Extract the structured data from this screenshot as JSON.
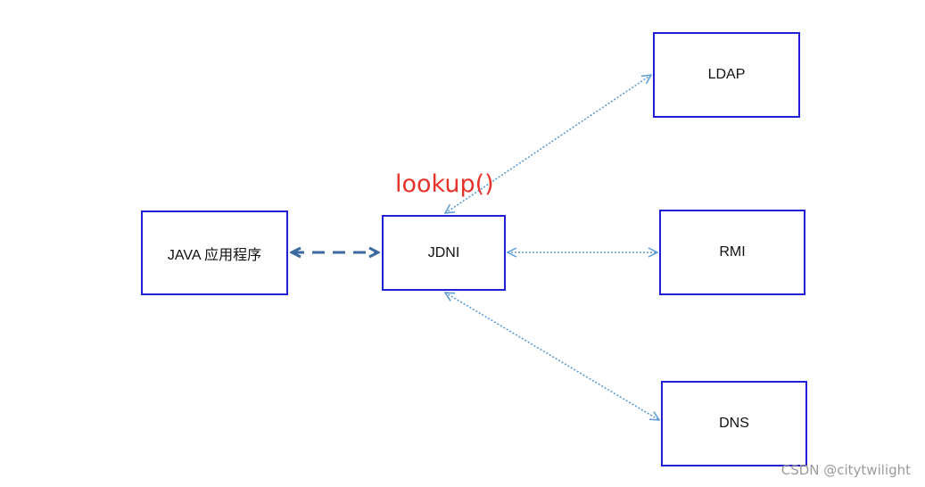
{
  "diagram": {
    "nodes": {
      "java": "JAVA 应用程序",
      "jndi": "JDNI",
      "ldap": "LDAP",
      "rmi": "RMI",
      "dns": "DNS"
    },
    "lookup_label": "lookup()"
  },
  "watermark": "CSDN @citytwilight",
  "colors": {
    "box_border": "#1f1fd6",
    "dotted_link": "#5b9bd5",
    "dashed_link": "#3d6a9e",
    "lookup_text": "#e8322b"
  }
}
